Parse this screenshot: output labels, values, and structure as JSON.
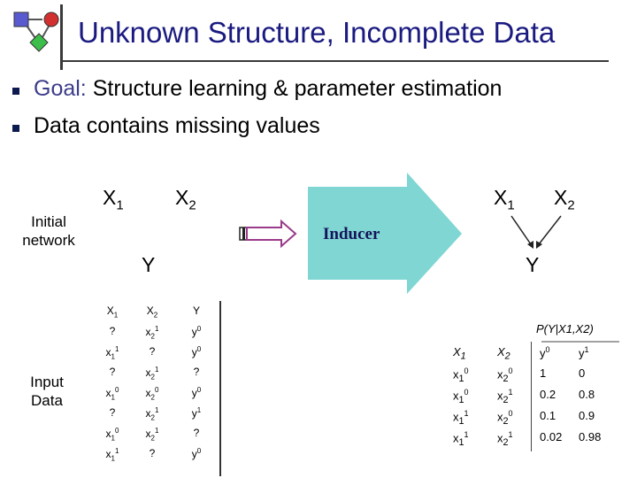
{
  "title": "Unknown Structure, Incomplete Data",
  "bullets": [
    {
      "prefix": "Goal:",
      "text": " Structure learning & parameter estimation"
    },
    {
      "prefix": "",
      "text": "Data contains missing values"
    }
  ],
  "labels": {
    "initial_network": [
      "Initial",
      "network"
    ],
    "input_data": [
      "Input",
      "Data"
    ],
    "inducer": "Inducer"
  },
  "initial_network": {
    "x1": {
      "base": "X",
      "sub": "1"
    },
    "x2": {
      "base": "X",
      "sub": "2"
    },
    "y": "Y"
  },
  "learned_network": {
    "x1": {
      "base": "X",
      "sub": "1"
    },
    "x2": {
      "base": "X",
      "sub": "2"
    },
    "y": "Y"
  },
  "input_table": {
    "headers": [
      [
        "X",
        "1"
      ],
      [
        "X",
        "2"
      ],
      [
        "Y",
        ""
      ]
    ],
    "rows": [
      [
        "?",
        "X2^1",
        "y^0"
      ],
      [
        "X1^1",
        "?",
        "y^0"
      ],
      [
        "?",
        "X2^1",
        "?"
      ],
      [
        "X1^0",
        "X2^0",
        "y^0"
      ],
      [
        "?",
        "X2^1",
        "y^1"
      ],
      [
        "X1^0",
        "X2^1",
        "?"
      ],
      [
        "X1^1",
        "?",
        "y^0"
      ]
    ]
  },
  "cpt": {
    "caption": "P(Y|X1,X2)",
    "headers": [
      [
        "X",
        "1"
      ],
      [
        "X",
        "2"
      ],
      [
        "y",
        "0"
      ],
      [
        "y",
        "1"
      ]
    ],
    "rows": [
      [
        "X1^0",
        "X2^0",
        "1",
        "0"
      ],
      [
        "X1^0",
        "X2^1",
        "0.2",
        "0.8"
      ],
      [
        "X1^1",
        "X2^0",
        "0.1",
        "0.9"
      ],
      [
        "X1^1",
        "X2^1",
        "0.02",
        "0.98"
      ]
    ]
  },
  "colors": {
    "title": "#1a1a80",
    "arrow": "#7fd6d3",
    "hollow_arrow": "#9a3b8a"
  }
}
